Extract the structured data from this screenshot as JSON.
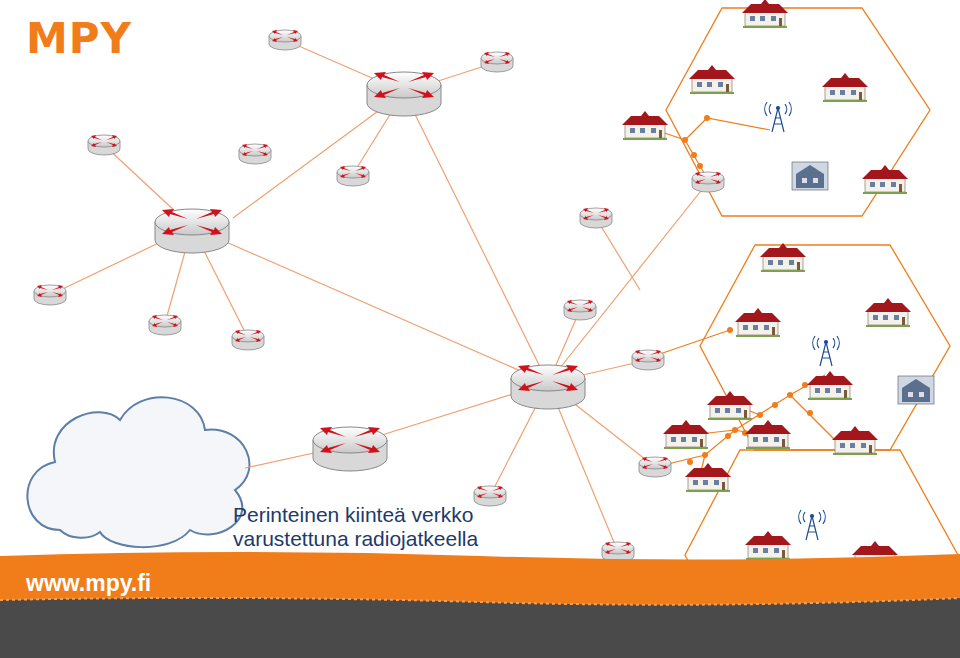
{
  "diagram": {
    "labels": [
      "MPY",
      "Perinteinen kiinteä verkko varustettuna radiojatkeella",
      "www.mpy.fi"
    ]
  }
}
